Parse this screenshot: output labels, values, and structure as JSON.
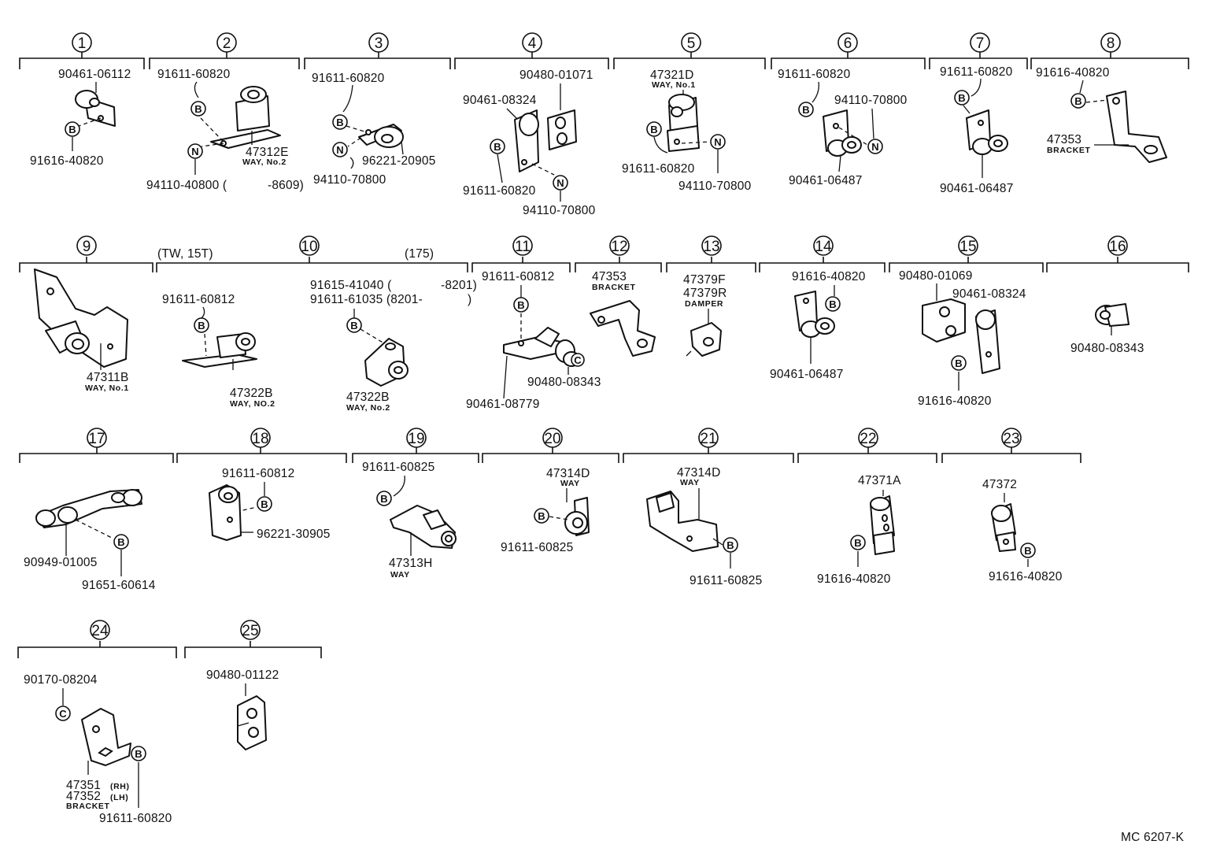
{
  "code": "MC 6207-K",
  "sections": [
    {
      "n": "1",
      "labels": [
        "90461-06112",
        "91616-40820"
      ]
    },
    {
      "n": "2",
      "labels": [
        "91611-60820",
        "47312E",
        "94110-40800 (",
        "-8609)"
      ],
      "subs": [
        "WAY, No.2"
      ]
    },
    {
      "n": "3",
      "labels": [
        "91611-60820",
        "96221-20905",
        "94110-70800"
      ]
    },
    {
      "n": "4",
      "labels": [
        "90480-01071",
        "90461-08324",
        "91611-60820",
        "94110-70800"
      ]
    },
    {
      "n": "5",
      "labels": [
        "47321D",
        "91611-60820",
        "94110-70800"
      ],
      "subs": [
        "WAY, No.1"
      ]
    },
    {
      "n": "6",
      "labels": [
        "91611-60820",
        "94110-70800",
        "90461-06487"
      ]
    },
    {
      "n": "7",
      "labels": [
        "91611-60820",
        "90461-06487"
      ]
    },
    {
      "n": "8",
      "labels": [
        "91616-40820",
        "47353"
      ],
      "subs": [
        "BRACKET"
      ]
    },
    {
      "n": "9",
      "labels": [
        "47311B"
      ],
      "subs": [
        "WAY, No.1"
      ]
    },
    {
      "n": "10",
      "labels": [
        "(TW, 15T)",
        "(175)",
        "91611-60812",
        "47322B",
        "91615-41040 (",
        "-8201)",
        "91611-61035 (8201-",
        ")",
        "47322B"
      ],
      "subs": [
        "WAY, NO.2",
        "WAY, No.2"
      ]
    },
    {
      "n": "11",
      "labels": [
        "91611-60812",
        "90480-08343",
        "90461-08779"
      ]
    },
    {
      "n": "12",
      "labels": [
        "47353"
      ],
      "subs": [
        "BRACKET"
      ]
    },
    {
      "n": "13",
      "labels": [
        "47379F",
        "47379R"
      ],
      "subs": [
        "DAMPER"
      ]
    },
    {
      "n": "14",
      "labels": [
        "91616-40820",
        "90461-06487"
      ]
    },
    {
      "n": "15",
      "labels": [
        "90480-01069",
        "90461-08324",
        "91616-40820"
      ]
    },
    {
      "n": "16",
      "labels": [
        "90480-08343"
      ]
    },
    {
      "n": "17",
      "labels": [
        "90949-01005",
        "91651-60614"
      ]
    },
    {
      "n": "18",
      "labels": [
        "91611-60812",
        "96221-30905"
      ]
    },
    {
      "n": "19",
      "labels": [
        "91611-60825",
        "47313H"
      ],
      "subs": [
        "WAY"
      ]
    },
    {
      "n": "20",
      "labels": [
        "47314D",
        "91611-60825"
      ],
      "subs": [
        "WAY"
      ]
    },
    {
      "n": "21",
      "labels": [
        "47314D",
        "91611-60825"
      ],
      "subs": [
        "WAY"
      ]
    },
    {
      "n": "22",
      "labels": [
        "47371A",
        "91616-40820"
      ]
    },
    {
      "n": "23",
      "labels": [
        "47372",
        "91616-40820"
      ]
    },
    {
      "n": "24",
      "labels": [
        "90170-08204",
        "47351",
        "47352",
        "91611-60820"
      ],
      "subs": [
        "(RH)",
        "(LH)",
        "BRACKET"
      ]
    },
    {
      "n": "25",
      "labels": [
        "90480-01122"
      ]
    }
  ],
  "markers": {
    "b": "B",
    "n": "N",
    "c": "C"
  }
}
